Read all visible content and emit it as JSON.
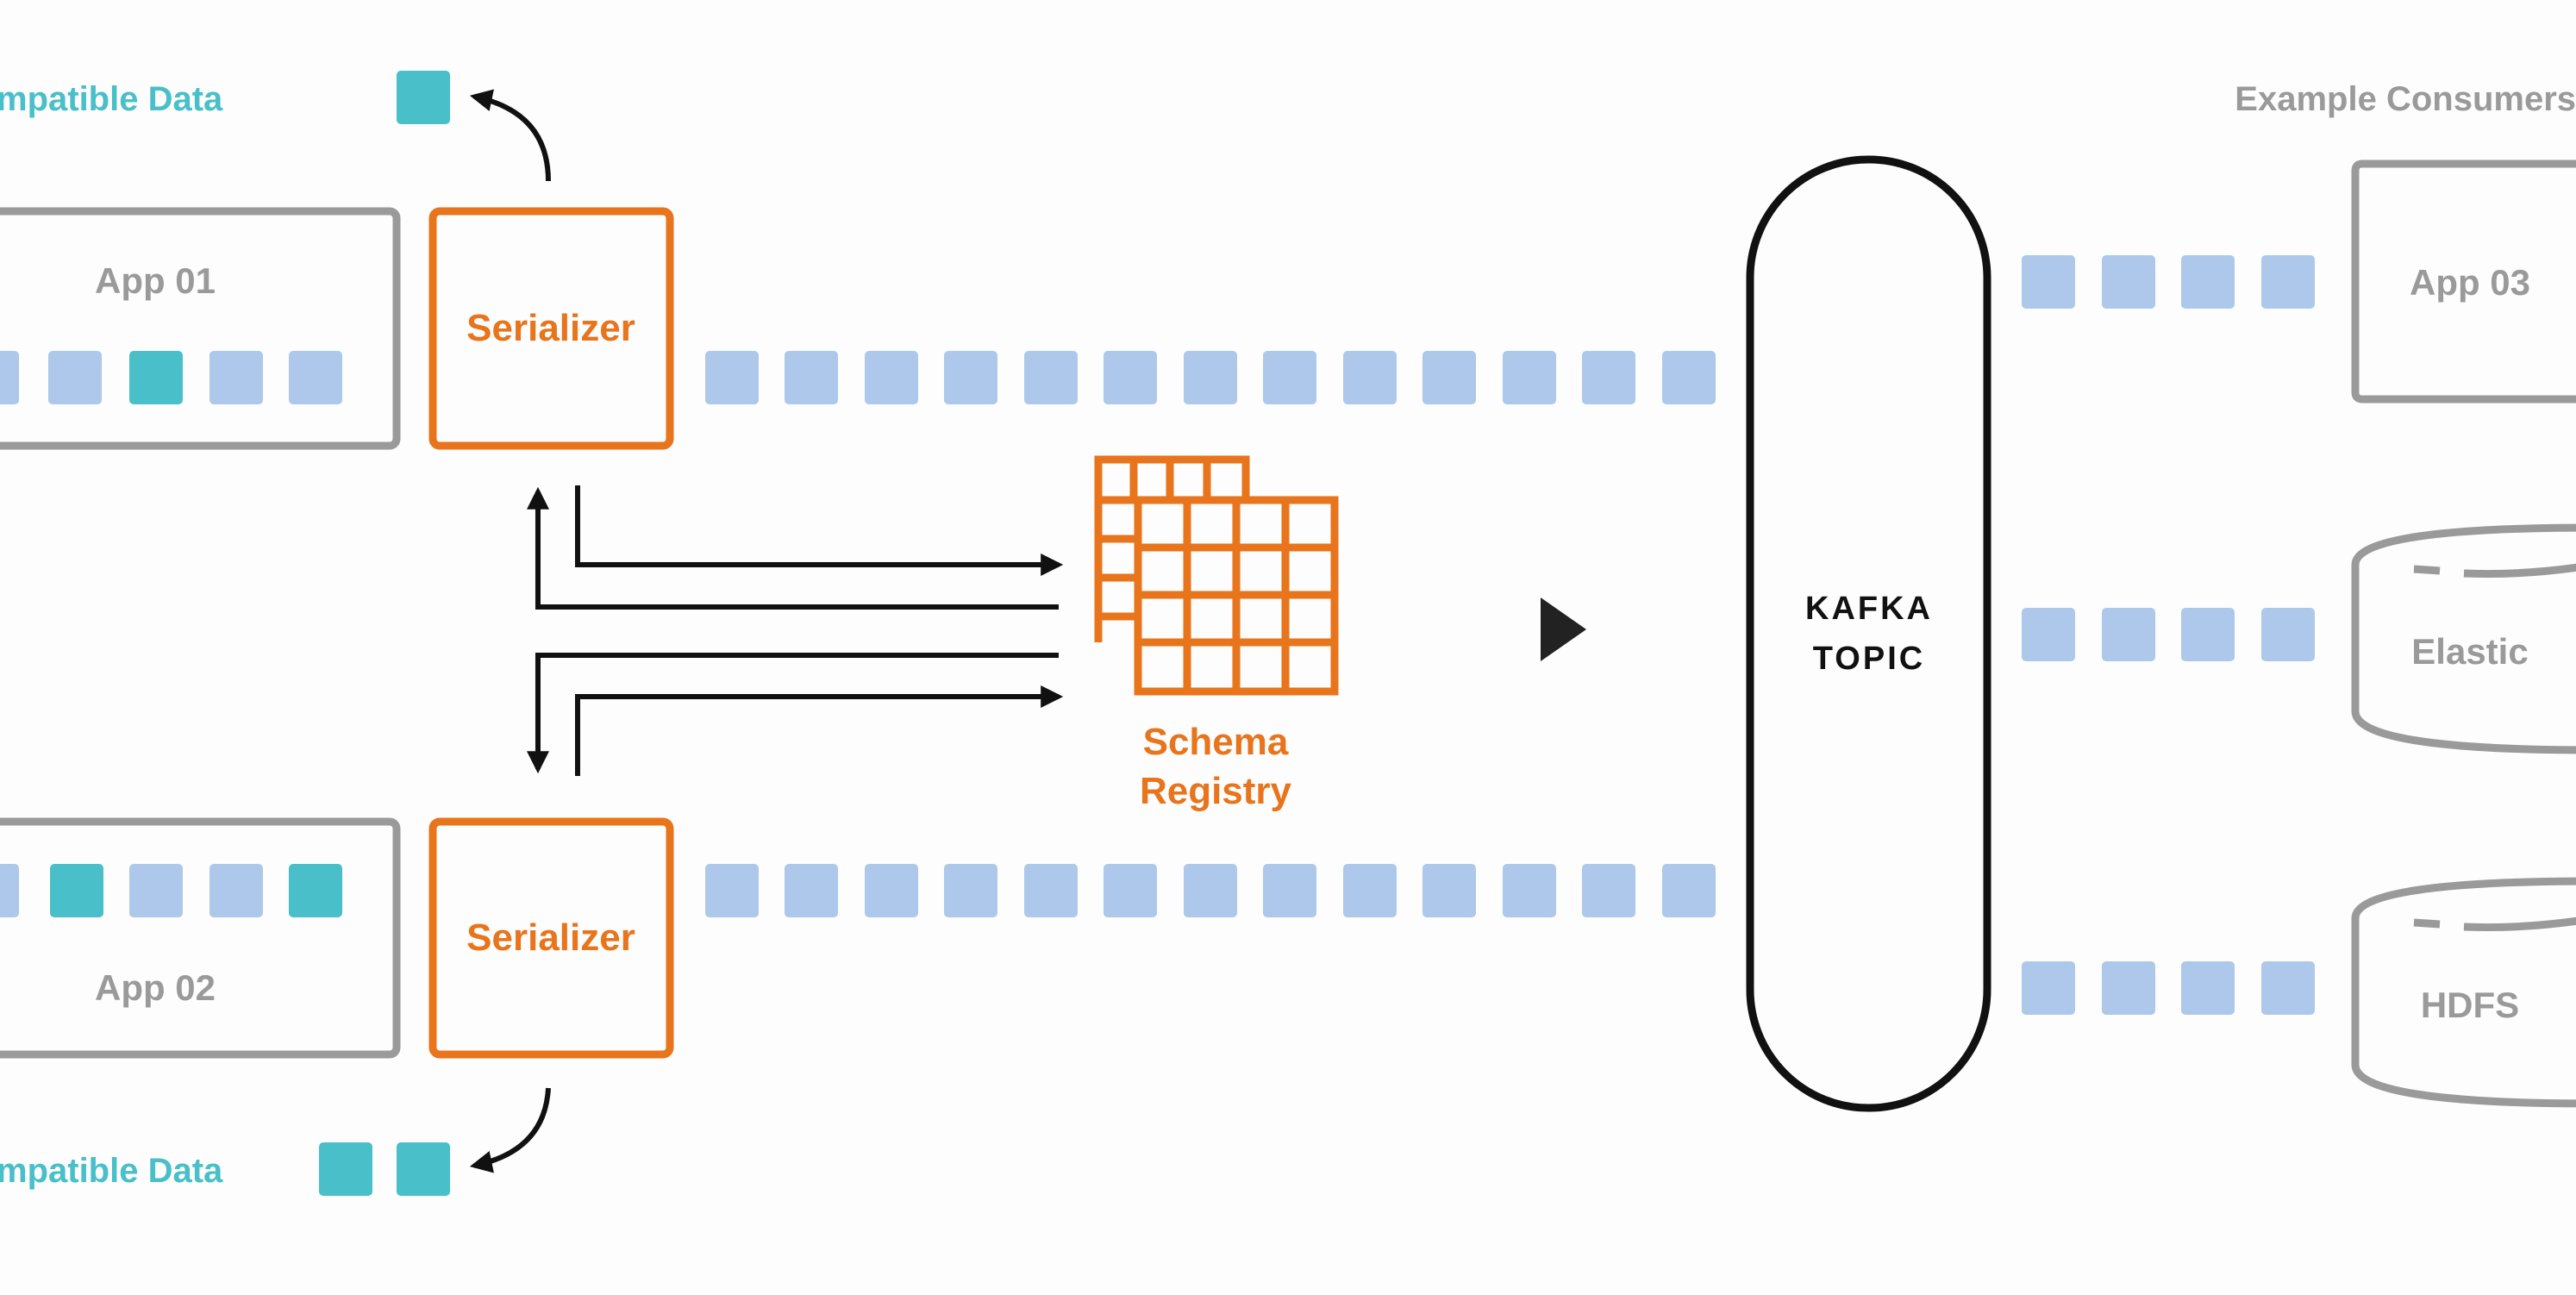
{
  "producer_labels": {
    "compatible_top": "mpatible Data",
    "compatible_bottom": "mpatible Data",
    "app01": "App 01",
    "app02": "App 02"
  },
  "serializers": {
    "top": "Serializer",
    "bottom": "Serializer"
  },
  "schema_registry": {
    "line1": "Schema",
    "line2": "Registry"
  },
  "kafka": {
    "line1": "KAFKA",
    "line2": "TOPIC"
  },
  "consumers": {
    "header": "Example Consumers",
    "app03": "App 03",
    "elastic": "Elastic",
    "hdfs": "HDFS"
  },
  "colors": {
    "orange": "#e8741c",
    "teal": "#48bfc9",
    "light_blue": "#adc8ea",
    "gray": "#9a9a9a",
    "black": "#111111"
  },
  "icons": [
    "play-icon",
    "schema-grid-icon",
    "database-icon"
  ]
}
